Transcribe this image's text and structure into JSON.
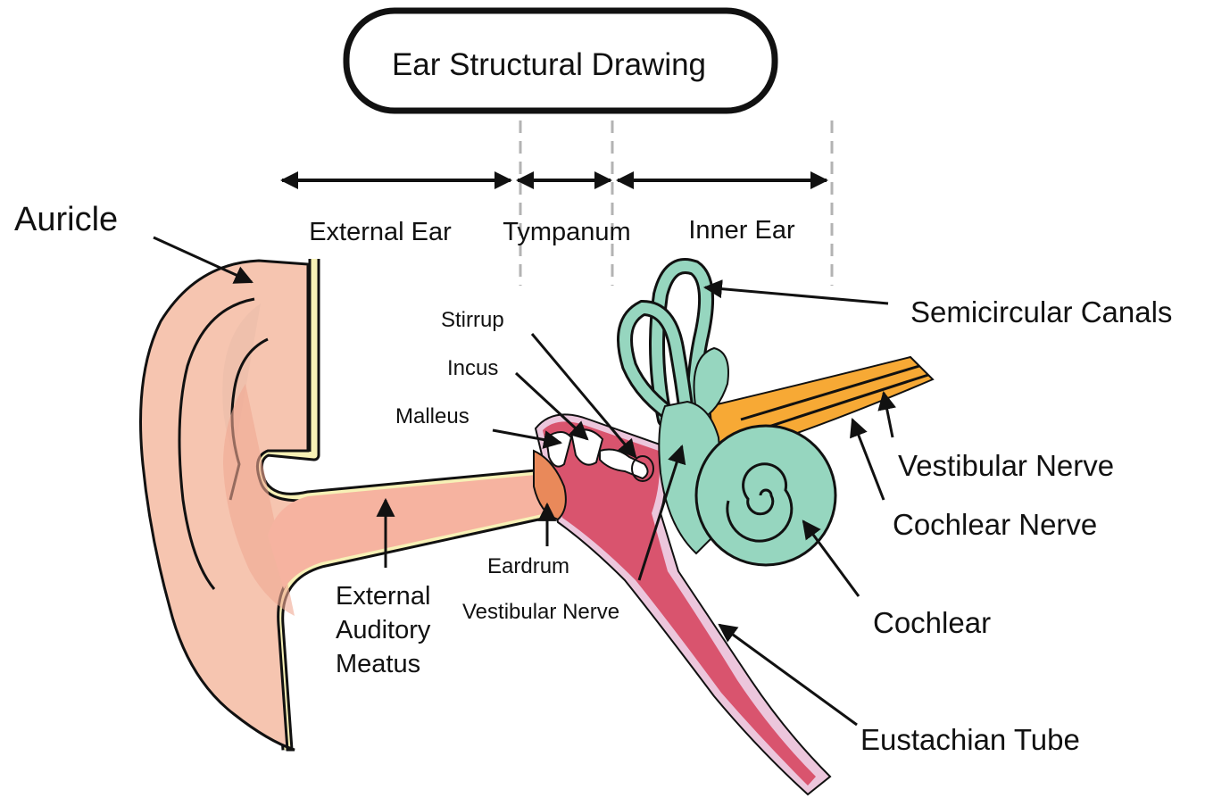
{
  "title": "Ear Structural Drawing",
  "sections": {
    "external_ear": "External Ear",
    "tympanum": "Tympanum",
    "inner_ear": "Inner Ear"
  },
  "labels": {
    "auricle": "Auricle",
    "semicircular_canals": "Semicircular Canals",
    "stirrup": "Stirrup",
    "incus": "Incus",
    "malleus": "Malleus",
    "vestibular_nerve_right": "Vestibular Nerve",
    "cochlear_nerve": "Cochlear Nerve",
    "eardrum": "Eardrum",
    "vestibular_nerve_lower": "Vestibular Nerve",
    "cochlear": "Cochlear",
    "external_auditory_meatus": [
      "External",
      "Auditory",
      "Meatus"
    ],
    "eustachian_tube": "Eustachian Tube"
  },
  "colors": {
    "skin": "#f6c5b0",
    "skin_dark": "#f0a992",
    "bone_channel": "#f7f1b6",
    "inner_ear": "#96d6bf",
    "nerve": "#f7a935",
    "tube": "#d9546e",
    "tube_sheath": "#ecc6dc",
    "eardrum": "#e9895a",
    "ossicle": "#ffffff",
    "outline": "#111111",
    "divider": "#b3b3b3"
  }
}
